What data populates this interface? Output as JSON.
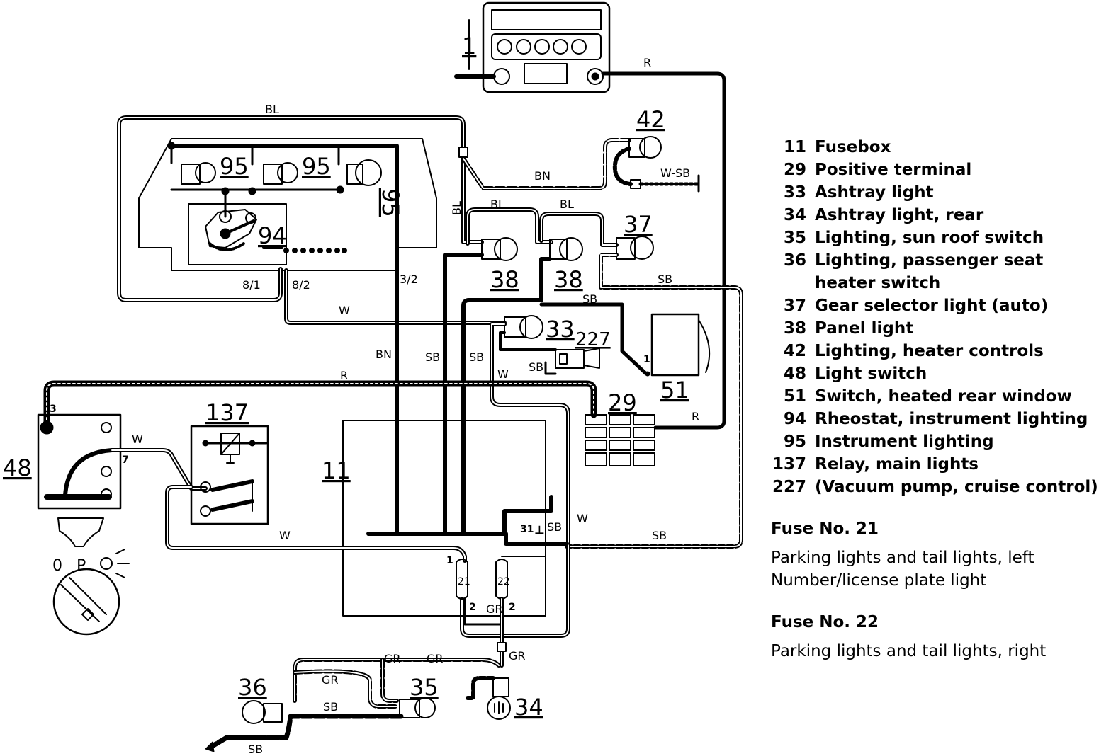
{
  "diagram": {
    "component_labels": {
      "c1": "1",
      "c42": "42",
      "c95a": "95",
      "c95b": "95",
      "c95c": "95",
      "c94": "94",
      "c37": "37",
      "c38a": "38",
      "c38b": "38",
      "c33": "33",
      "c227": "227",
      "c51": "51",
      "c29": "29",
      "c137": "137",
      "c11": "11",
      "c48": "48",
      "c36": "36",
      "c35": "35",
      "c34": "34"
    },
    "wire_labels": {
      "r_top": "R",
      "bl_top": "BL",
      "bn_upper": "BN",
      "wsb": "W-SB",
      "bl_vert": "BL",
      "bl_38a": "BL",
      "bl_38b": "BL",
      "sb_37": "SB",
      "sb_38": "SB",
      "w_mid": "W",
      "bn_vert": "BN",
      "sb_v1": "SB",
      "sb_v2": "SB",
      "sb_227": "SB",
      "w_33": "W",
      "r_mid": "R",
      "r_right": "R",
      "w_48": "W",
      "w_low": "W",
      "sb_31": "SB",
      "w_right": "W",
      "sb_bottom": "SB",
      "gr_a": "GR",
      "gr_b": "GR",
      "gr_c": "GR",
      "gr_d": "GR",
      "gr_e": "GR",
      "sb_35": "SB",
      "sb_36": "SB"
    },
    "pin_labels": {
      "p81": "8/1",
      "p82": "8/2",
      "p32": "3/2",
      "p3": "3",
      "p7": "7",
      "p31": "31",
      "p_ground": "⊥",
      "p1_51": "1",
      "p1_21": "1",
      "p2_21": "2",
      "p2_22": "2",
      "f21": "21",
      "f22": "22"
    },
    "switch_positions": {
      "off": "0",
      "parking": "P"
    }
  },
  "legend": {
    "items": [
      {
        "num": "11",
        "text": "Fusebox"
      },
      {
        "num": "29",
        "text": "Positive terminal"
      },
      {
        "num": "33",
        "text": "Ashtray light"
      },
      {
        "num": "34",
        "text": "Ashtray light, rear"
      },
      {
        "num": "35",
        "text": "Lighting, sun roof switch"
      },
      {
        "num": "36",
        "text": "Lighting, passenger seat heater switch"
      },
      {
        "num": "37",
        "text": "Gear selector light (auto)"
      },
      {
        "num": "38",
        "text": "Panel light"
      },
      {
        "num": "42",
        "text": "Lighting, heater controls"
      },
      {
        "num": "48",
        "text": "Light switch"
      },
      {
        "num": "51",
        "text": "Switch, heated rear window"
      },
      {
        "num": "94",
        "text": "Rheostat, instrument lighting"
      },
      {
        "num": "95",
        "text": "Instrument lighting"
      },
      {
        "num": "137",
        "text": "Relay, main lights"
      },
      {
        "num": "227",
        "text": "(Vacuum pump, cruise control)"
      }
    ],
    "fuses": [
      {
        "title": "Fuse No. 21",
        "lines": [
          "Parking lights and tail lights, left",
          "Number/license plate light"
        ]
      },
      {
        "title": "Fuse No. 22",
        "lines": [
          "Parking lights and tail lights, right"
        ]
      }
    ]
  }
}
